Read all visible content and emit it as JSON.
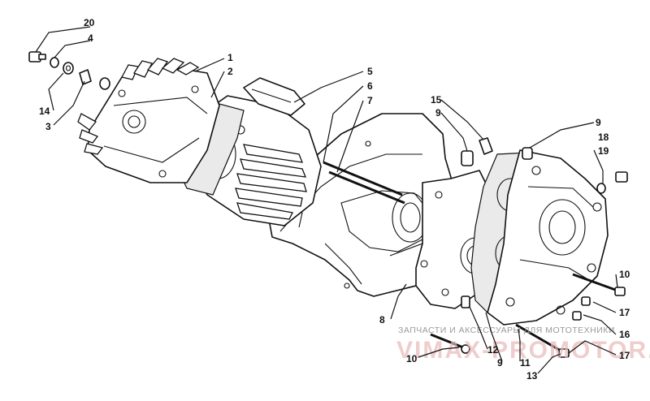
{
  "diagram": {
    "callouts": [
      "20",
      "4",
      "14",
      "3",
      "1",
      "2",
      "5",
      "6",
      "7",
      "15",
      "9",
      "9",
      "18",
      "19",
      "10",
      "17",
      "16",
      "17",
      "8",
      "10",
      "12",
      "9",
      "11",
      "13"
    ],
    "watermark_line": "ЗАПЧАСТИ И АКСЕССУАРЫ ДЛЯ МОТОТЕХНИКИ",
    "watermark_logo": "VIMAX-PROMOTOR.RU",
    "colors": {
      "line": "#111111",
      "watermark_text": "#9a9a9a",
      "watermark_logo": "#e9b9b9"
    }
  }
}
